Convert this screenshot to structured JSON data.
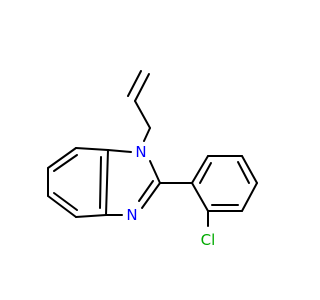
{
  "molecule": {
    "atoms": {
      "n1": {
        "label": "N",
        "color": "#0000ff"
      },
      "n3": {
        "label": "N",
        "color": "#0000ff"
      },
      "cl": {
        "label": "Cl",
        "color": "#00aa00"
      }
    },
    "bond_color": "#000000"
  }
}
